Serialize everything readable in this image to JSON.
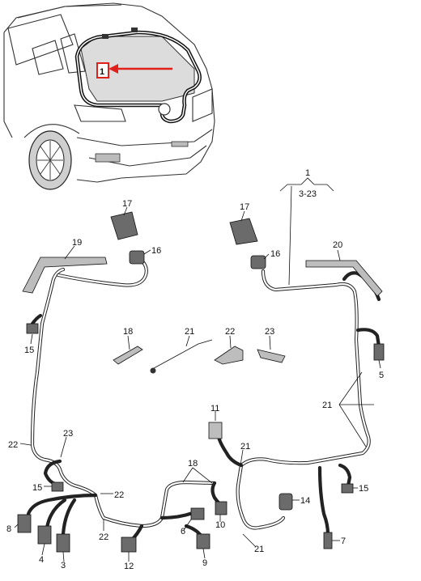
{
  "callout": {
    "box_label": "1",
    "arrow_color": "#e0201b"
  },
  "bracket": {
    "number": "1",
    "range": "3-23"
  },
  "labels": {
    "p17_left": "17",
    "p16_left": "16",
    "p19": "19",
    "p17_right": "17",
    "p16_right": "16",
    "p20": "20",
    "p15_upper": "15",
    "p5": "5",
    "p18_mid": "18",
    "p21_mid": "21",
    "p22_mid": "22",
    "p23_mid": "23",
    "p21_right": "21",
    "p11": "11",
    "p21_center": "21",
    "p22_left": "22",
    "p23_left": "23",
    "p18_lower": "18",
    "p15_left": "15",
    "p22_lower": "22",
    "p15_right": "15",
    "p14": "14",
    "p8": "8",
    "p22_bottom": "22",
    "p6": "6",
    "p10": "10",
    "p7": "7",
    "p21_bottom": "21",
    "p4": "4",
    "p3": "3",
    "p12": "12",
    "p9": "9"
  }
}
